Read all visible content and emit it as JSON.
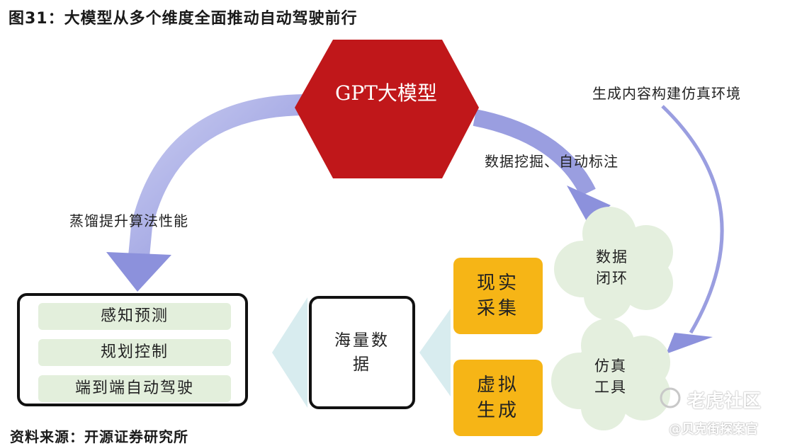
{
  "title": "图31：大模型从多个维度全面推动自动驾驶前行",
  "hexagon": {
    "label": "GPT大模型",
    "color": "#c0171a"
  },
  "flows": {
    "distill": "蒸馏提升算法性能",
    "mining": "数据挖掘、自动标注",
    "generate": "生成内容构建仿真环境"
  },
  "tasks": [
    "感知预测",
    "规划控制",
    "端到端自动驾驶"
  ],
  "mass_data": "海量数据",
  "sources": {
    "real": "现实采集",
    "virtual": "虚拟生成"
  },
  "clouds": {
    "loop": "数据闭环",
    "sim": "仿真工具"
  },
  "source_note": "资料来源：开源证券研究所",
  "watermark": {
    "brand": "老虎社区",
    "author": "@贝克街探案官"
  },
  "colors": {
    "arrow": "#9a9ee0",
    "accent_orange": "#f6b516",
    "task_fill": "#e3efdc",
    "cloud_fill": "#e4efde",
    "triangle_fill": "#d8ecef"
  }
}
